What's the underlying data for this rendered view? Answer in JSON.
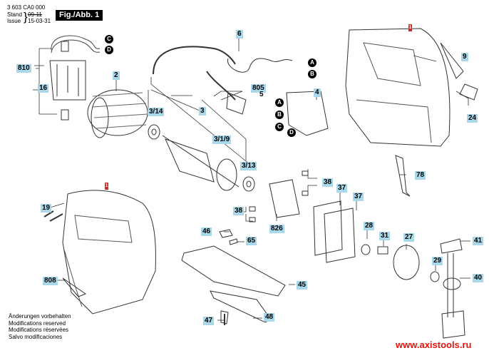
{
  "header": {
    "doc_number": "3 603 CA0 000",
    "stand_label": "Stand",
    "stand_value": "09-11",
    "issue_label": "Issue",
    "issue_value": "15-03-31",
    "figure_label": "Fig./Abb. 1"
  },
  "part_labels": {
    "p1a": "1",
    "p1b": "1",
    "p2": "2",
    "p3": "3",
    "p3_14": "3/14",
    "p3_1_9": "3/1/9",
    "p3_13": "3/13",
    "p4": "4",
    "p5": "5",
    "p6": "6",
    "p805": "805",
    "p9": "9",
    "p16": "16",
    "p810": "810",
    "p19": "19",
    "p24": "24",
    "p27": "27",
    "p28": "28",
    "p29": "29",
    "p31": "31",
    "p37a": "37",
    "p37b": "37",
    "p38a": "38",
    "p38b": "38",
    "p40": "40",
    "p41": "41",
    "p45": "45",
    "p46": "46",
    "p47": "47",
    "p48": "48",
    "p65": "65",
    "p78": "78",
    "p808": "808",
    "p826": "826"
  },
  "connectors": {
    "c1": "C",
    "d1": "D",
    "a1": "A",
    "b1": "B",
    "a2": "A",
    "b2": "B",
    "c2": "C",
    "d2": "D"
  },
  "notes": [
    "Änderungen vorbehalten",
    "Modifications reserved",
    "Modifications réservées",
    "Salvo modificaciones"
  ],
  "watermark": "www.axistools.ru",
  "colors": {
    "label_bg": "#a8d8ea",
    "marker_red": "#d8261c",
    "watermark": "#e3150c"
  }
}
